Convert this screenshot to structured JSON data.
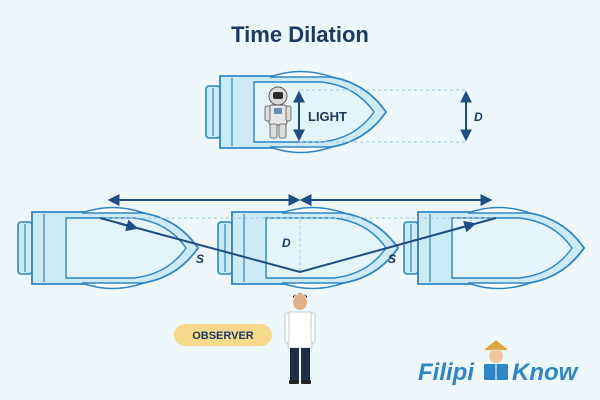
{
  "title": "Time Dilation",
  "labels": {
    "light": "LIGHT",
    "d_top": "D",
    "d_middle": "D",
    "s_left": "S",
    "s_right": "S",
    "observer": "OBSERVER"
  },
  "logo": {
    "part1": "Filipi",
    "part2": "Know"
  },
  "colors": {
    "background": "#eef8fc",
    "ship_fill": "#cdeaf7",
    "ship_stroke": "#2e86c8",
    "arrow": "#1f4e86",
    "title": "#1c3a63",
    "badge": "#f6d98a"
  }
}
